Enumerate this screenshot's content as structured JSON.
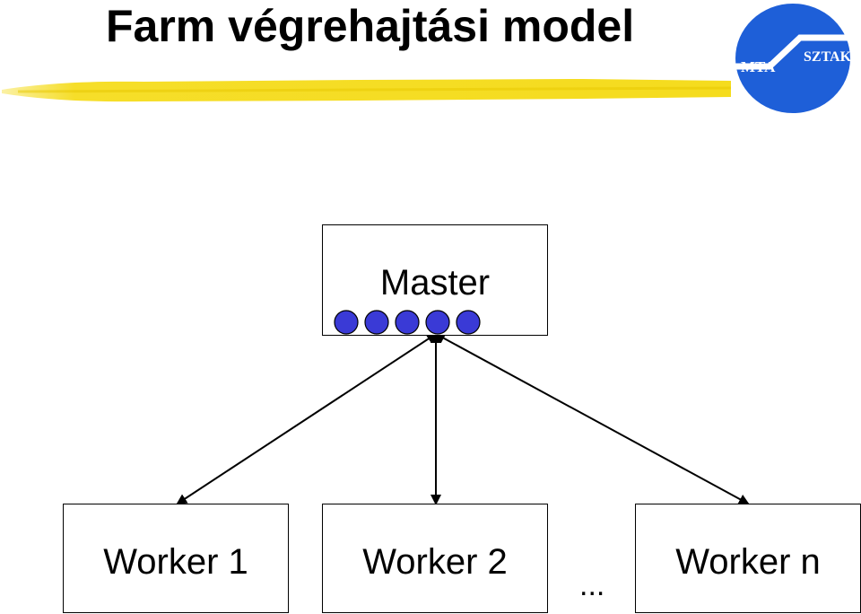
{
  "title": "Farm végrehajtási model",
  "logo": {
    "left_text": "MTA",
    "right_text": "SZTAKI",
    "color": "#1e5fd8",
    "icon": "mta-sztaki-logo"
  },
  "accent": {
    "underline": "#f5dc1e"
  },
  "diagram": {
    "master": {
      "label": "Master",
      "tasks": 5,
      "task_color": "#3a3ad6"
    },
    "workers": [
      {
        "label": "Worker 1"
      },
      {
        "label": "Worker 2"
      },
      {
        "label": "Worker n"
      }
    ],
    "ellipsis": "..."
  }
}
